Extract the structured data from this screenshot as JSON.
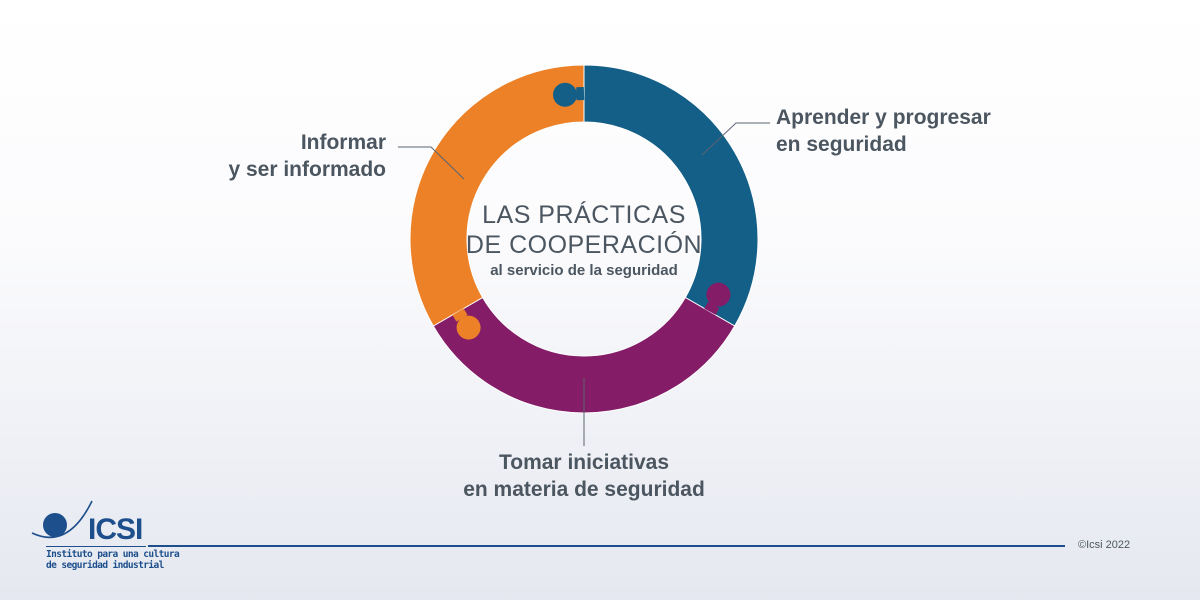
{
  "center": {
    "title_line1": "LAS PRÁCTICAS",
    "title_line2": "DE COOPERACIÓN",
    "subtitle": "al servicio de la seguridad"
  },
  "segments": [
    {
      "name": "Aprender y progresar en seguridad",
      "line1": "Aprender y progresar",
      "line2": "en seguridad",
      "color": "#135f88"
    },
    {
      "name": "Tomar iniciativas en materia de seguridad",
      "line1": "Tomar iniciativas",
      "line2": "en materia de seguridad",
      "color": "#841c68"
    },
    {
      "name": "Informar y ser informado",
      "line1": "Informar",
      "line2": "y ser informado",
      "color": "#ec8128"
    }
  ],
  "footer": {
    "logo_text": "ICSI",
    "logo_sub1": "Instituto para una cultura",
    "logo_sub2": "de seguridad industrial",
    "copyright": "©Icsi 2022"
  }
}
